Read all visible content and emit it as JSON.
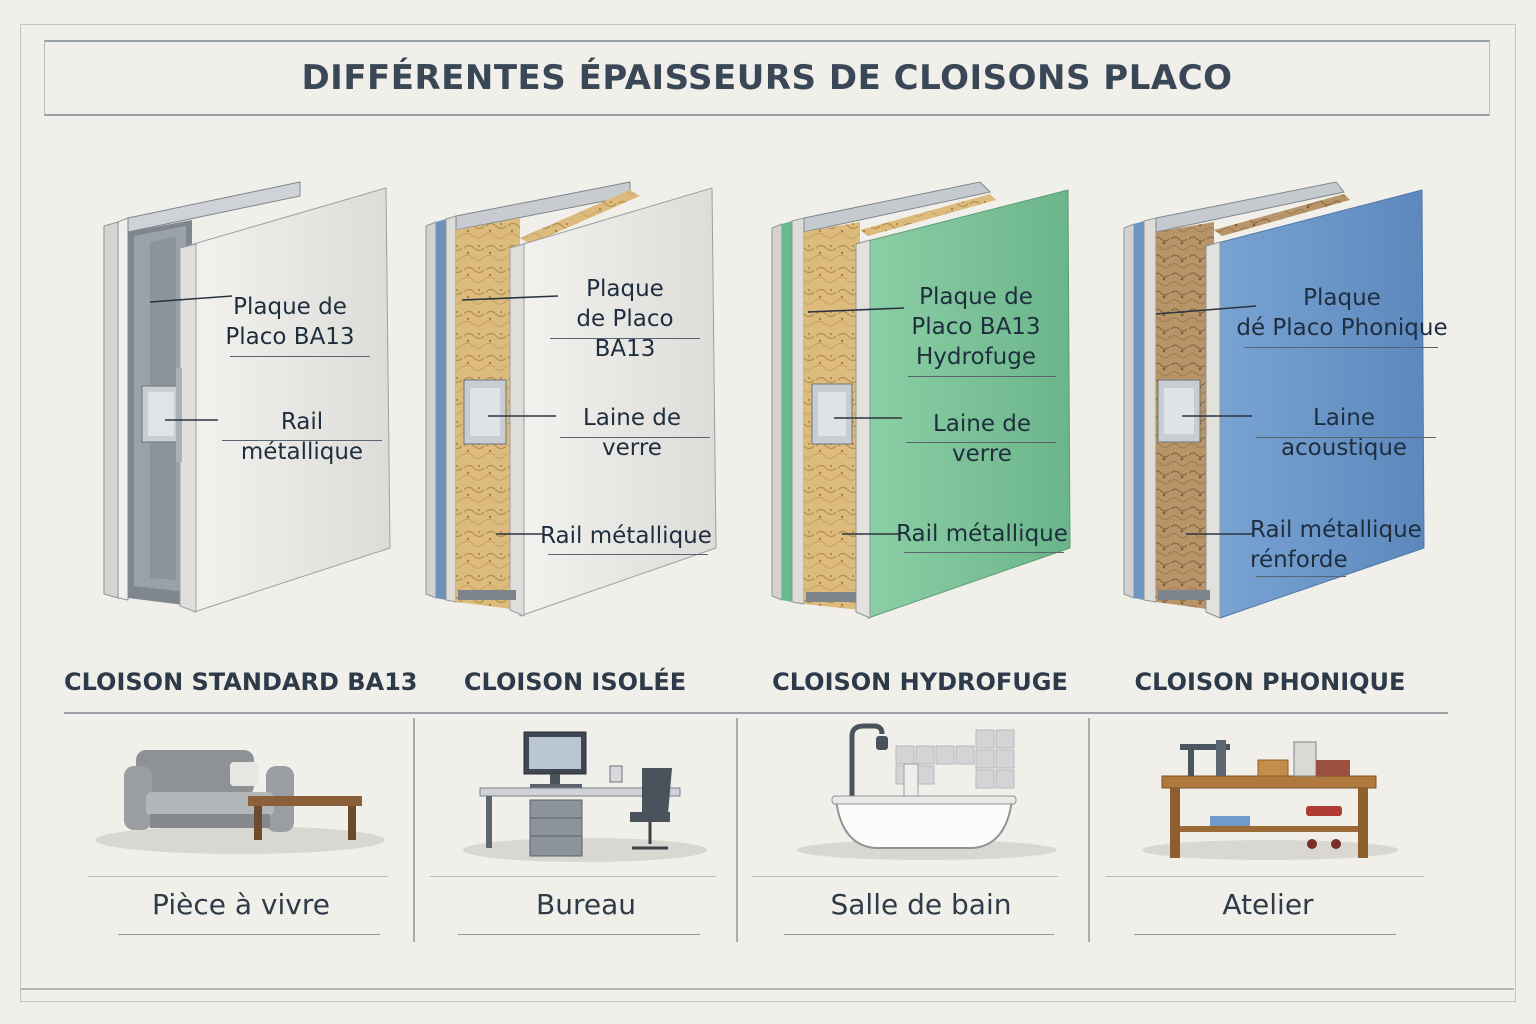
{
  "title": "DIFFÉRENTES ÉPAISSEURS DE CLOISONS PLACO",
  "walls": [
    {
      "name": "CLOISON STANDARD BA13",
      "panel_color": "#e9e8e4",
      "core": "empty",
      "labels": [
        "Plaque de\nPlaco BA13",
        "Rail métallique"
      ]
    },
    {
      "name": "CLOISON ISOLÉE",
      "panel_color": "#e7e6e2",
      "core": "glass-wool",
      "labels": [
        "Plaque\nde Placo BA13",
        "Laine de verre",
        "Rail métallique"
      ]
    },
    {
      "name": "CLOISON HYDROFUGE",
      "panel_color": "#7fc49a",
      "core": "glass-wool",
      "labels": [
        "Plaque de\nPlaco BA13\nHydrofuge",
        "Laine de verre",
        "Rail métallique"
      ]
    },
    {
      "name": "CLOISON PHONIQUE",
      "panel_color": "#6f9acb",
      "core": "acoustic-wool",
      "labels": [
        "Plaque\ndé Placo Phonique",
        "Laine acoustique",
        "Rail métallique\nrénforde"
      ]
    }
  ],
  "rooms": [
    {
      "label": "Pièce à vivre",
      "icon": "sofa-coffee-table-icon"
    },
    {
      "label": "Bureau",
      "icon": "desk-computer-chair-icon"
    },
    {
      "label": "Salle de bain",
      "icon": "bathtub-faucet-icon"
    },
    {
      "label": "Atelier",
      "icon": "workbench-tools-icon"
    }
  ],
  "colors": {
    "background": "#f1efea",
    "text": "#2f3a48",
    "wool": "#d9b777",
    "metal": "#9aa2ab",
    "hydro_green": "#7fc49a",
    "phonic_blue": "#6f9acb"
  }
}
